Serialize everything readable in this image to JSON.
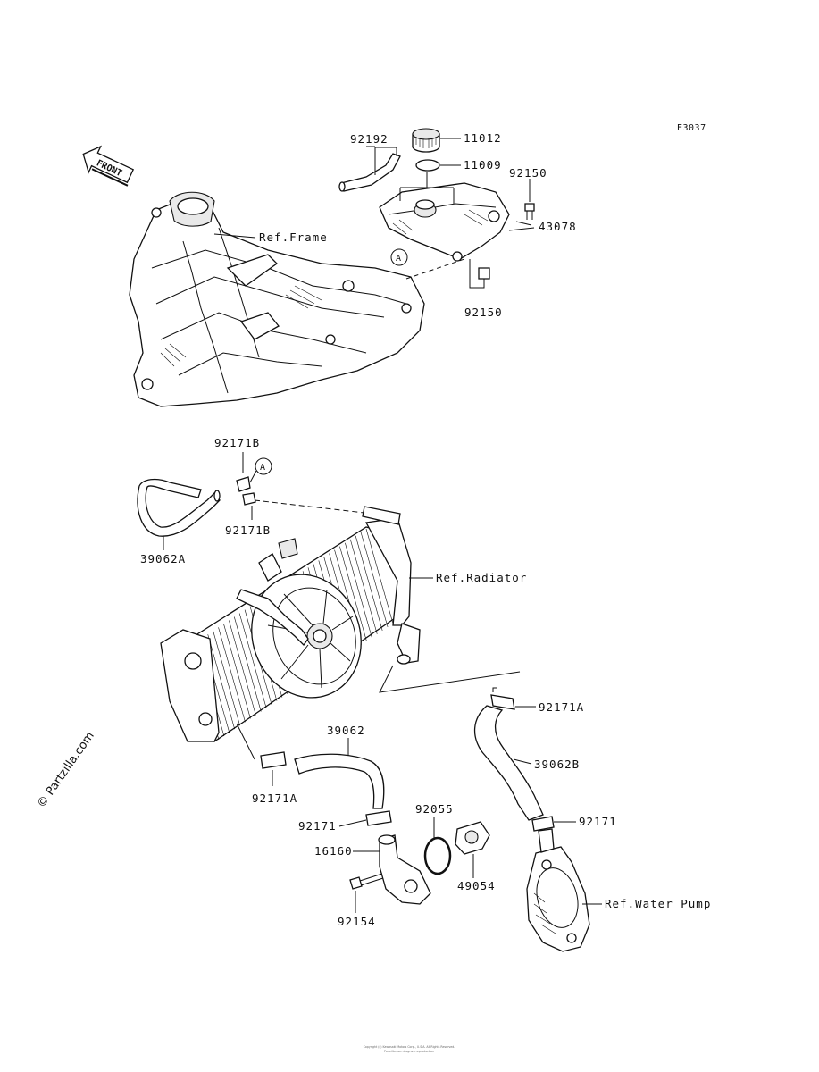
{
  "diagram_code": "E3037",
  "front_label": "FRONT",
  "watermark": "© Partzilla.com",
  "callout_A": "A",
  "parts": {
    "p92192": "92192",
    "p11012": "11012",
    "p11009": "11009",
    "p92150_top": "92150",
    "p43078": "43078",
    "p92150_bot": "92150",
    "p92171B_top": "92171B",
    "p92171B_bot": "92171B",
    "p39062A": "39062A",
    "p92171A_right": "92171A",
    "p39062": "39062",
    "p39062B": "39062B",
    "p92171A_left": "92171A",
    "p92171_right": "92171",
    "p92171_left": "92171",
    "p92055": "92055",
    "p16160": "16160",
    "p49054": "49054",
    "p92154": "92154"
  },
  "refs": {
    "frame": "Ref.Frame",
    "radiator": "Ref.Radiator",
    "water_pump": "Ref.Water Pump"
  },
  "footer_lines": [
    "Copyright (c) Kawasaki Motors Corp., U.S.A. All Rights Reserved.",
    "Partzilla.com diagram reproduction"
  ]
}
